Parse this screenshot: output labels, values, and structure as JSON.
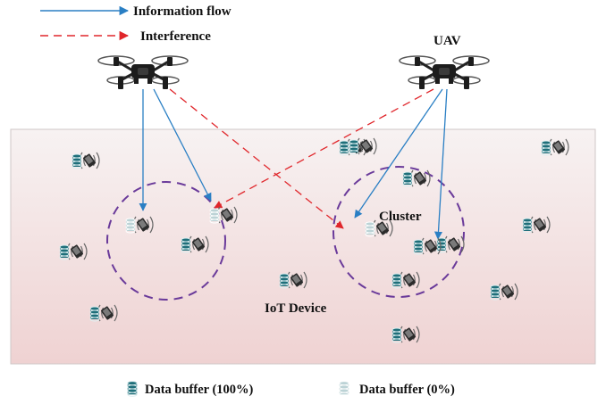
{
  "legend_top": {
    "information_flow": "Information flow",
    "interference": "Interference"
  },
  "labels": {
    "uav": "UAV",
    "cluster": "Cluster",
    "iot_device": "IoT Device"
  },
  "legend_bottom": {
    "buffer_full": "Data buffer (100%)",
    "buffer_empty": "Data buffer (0%)"
  },
  "colors": {
    "information_flow": "#2a7fc4",
    "interference": "#e0262b",
    "cluster_circle": "#6a3a9a",
    "buffer_full": "#1f6f7a",
    "buffer_empty": "#bcd3d6",
    "ground_top": "#f7f2f2",
    "ground_bottom": "#efd2d2"
  },
  "icons": {
    "uav": "quadcopter-drone-icon",
    "device": "iot-device-icon",
    "buffer": "database-cylinder-icon"
  },
  "devices": [
    {
      "buffer": "full"
    },
    {
      "buffer": "full"
    },
    {
      "buffer": "full"
    },
    {
      "buffer": "full"
    },
    {
      "buffer": "full"
    },
    {
      "buffer": "full"
    },
    {
      "buffer": "full"
    },
    {
      "buffer": "full"
    },
    {
      "buffer": "full"
    },
    {
      "buffer": "full"
    },
    {
      "buffer": "full"
    },
    {
      "buffer": "full"
    },
    {
      "buffer": "full"
    },
    {
      "buffer": "full"
    },
    {
      "buffer": "empty"
    },
    {
      "buffer": "empty"
    },
    {
      "buffer": "empty"
    },
    {
      "buffer": "full"
    }
  ]
}
